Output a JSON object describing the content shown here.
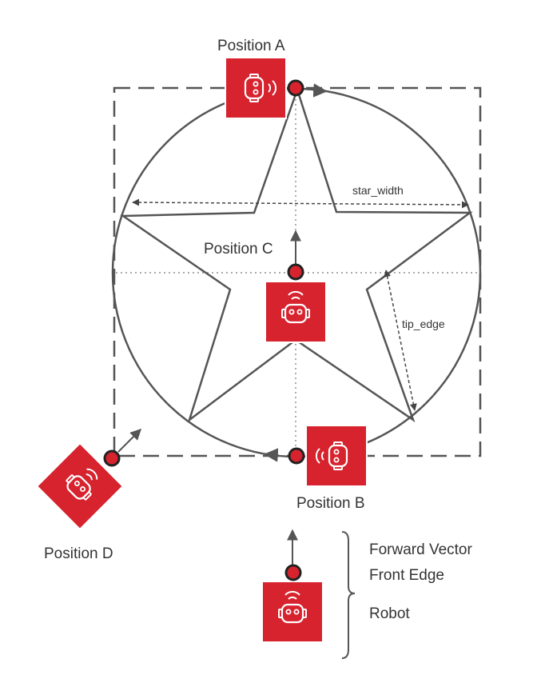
{
  "labels": {
    "position_a": "Position A",
    "position_b": "Position B",
    "position_c": "Position C",
    "position_d": "Position D",
    "star_width": "star_width",
    "tip_edge": "tip_edge"
  },
  "legend": {
    "forward_vector": "Forward Vector",
    "front_edge": "Front Edge",
    "robot": "Robot"
  },
  "colors": {
    "robot_fill": "#d6232e",
    "marker_fill": "#d6232e",
    "line": "#555555",
    "background": "#ffffff"
  },
  "icons": {
    "robot": "robot-icon",
    "front_edge_marker": "front-edge-marker"
  }
}
